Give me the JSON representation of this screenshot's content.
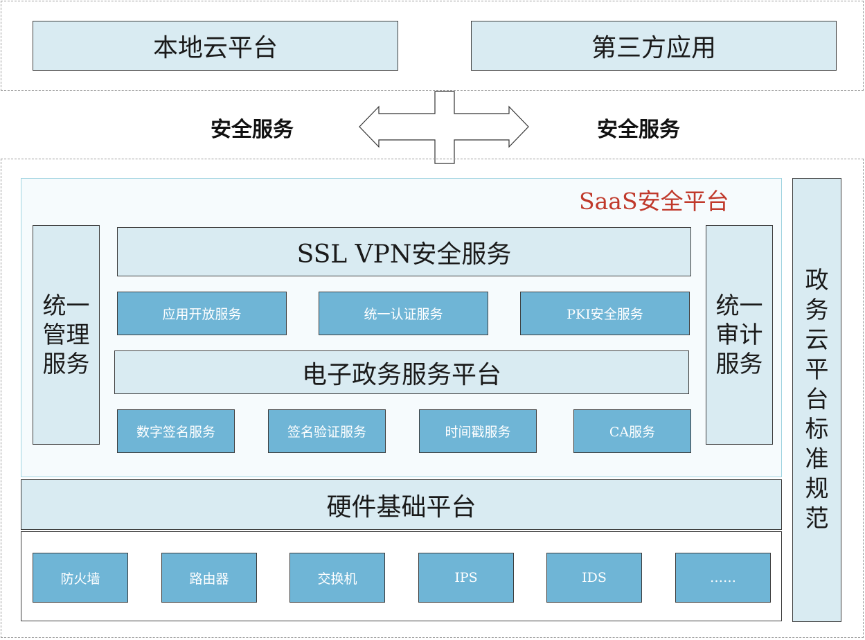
{
  "top": {
    "left_box": "本地云平台",
    "right_box": "第三方应用"
  },
  "middle": {
    "left_label": "安全服务",
    "right_label": "安全服务"
  },
  "saas": {
    "title": "SaaS安全平台",
    "title_color": "#c0392b",
    "left_column": [
      "统",
      "一",
      "管",
      "理",
      "服",
      "务"
    ],
    "right_column": [
      "统",
      "一",
      "审",
      "计",
      "服",
      "务"
    ],
    "ssl_vpn": "SSL VPN安全服务",
    "row1": [
      "应用开放服务",
      "统一认证服务",
      "PKI安全服务"
    ],
    "egov_platform": "电子政务服务平台",
    "row2": [
      "数字签名服务",
      "签名验证服务",
      "时间戳服务",
      "CA服务"
    ]
  },
  "hardware": {
    "title": "硬件基础平台",
    "devices": [
      "防火墙",
      "路由器",
      "交换机",
      "IPS",
      "IDS",
      "……"
    ]
  },
  "standard_column": [
    "政",
    "务",
    "云",
    "平",
    "台",
    "标",
    "准",
    "规",
    "范"
  ]
}
